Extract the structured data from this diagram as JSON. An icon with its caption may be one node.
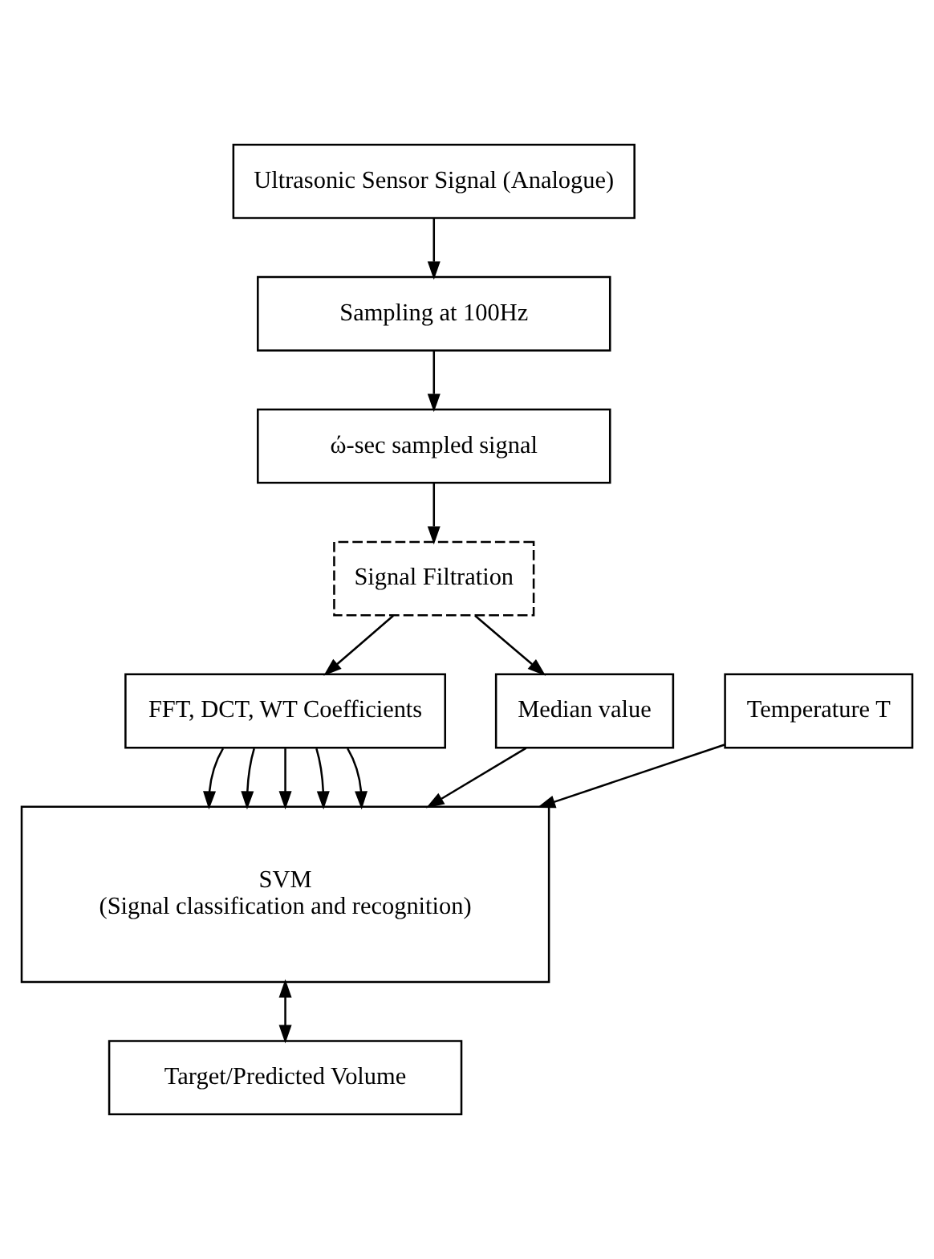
{
  "diagram": {
    "nodes": [
      {
        "text": [
          "Ultrasonic Sensor Signal (Analogue)"
        ]
      },
      {
        "text": [
          "Sampling at 100Hz"
        ]
      },
      {
        "text": [
          "ώ-sec sampled signal"
        ]
      },
      {
        "text": [
          "Signal Filtration"
        ]
      },
      {
        "text": [
          "FFT, DCT, WT Coefficients"
        ]
      },
      {
        "text": [
          "Median value"
        ]
      },
      {
        "text": [
          "Temperature T"
        ]
      },
      {
        "text": [
          "SVM",
          "(Signal classification and recognition)"
        ]
      },
      {
        "text": [
          "Target/Predicted Volume"
        ]
      }
    ],
    "edges": [
      {
        "from": 0,
        "to": 1,
        "arrow": "to"
      },
      {
        "from": 1,
        "to": 2,
        "arrow": "to"
      },
      {
        "from": 2,
        "to": 3,
        "arrow": "to"
      },
      {
        "from": 3,
        "to": 4,
        "arrow": "to"
      },
      {
        "from": 3,
        "to": 5,
        "arrow": "to"
      },
      {
        "from": 4,
        "to": 7,
        "arrow": "to"
      },
      {
        "from": 4,
        "to": 7,
        "arrow": "to"
      },
      {
        "from": 4,
        "to": 7,
        "arrow": "to"
      },
      {
        "from": 4,
        "to": 7,
        "arrow": "to"
      },
      {
        "from": 4,
        "to": 7,
        "arrow": "to"
      },
      {
        "from": 5,
        "to": 7,
        "arrow": "to"
      },
      {
        "from": 6,
        "to": 7,
        "arrow": "to"
      },
      {
        "from": 7,
        "to": 8,
        "arrow": "both"
      }
    ]
  }
}
